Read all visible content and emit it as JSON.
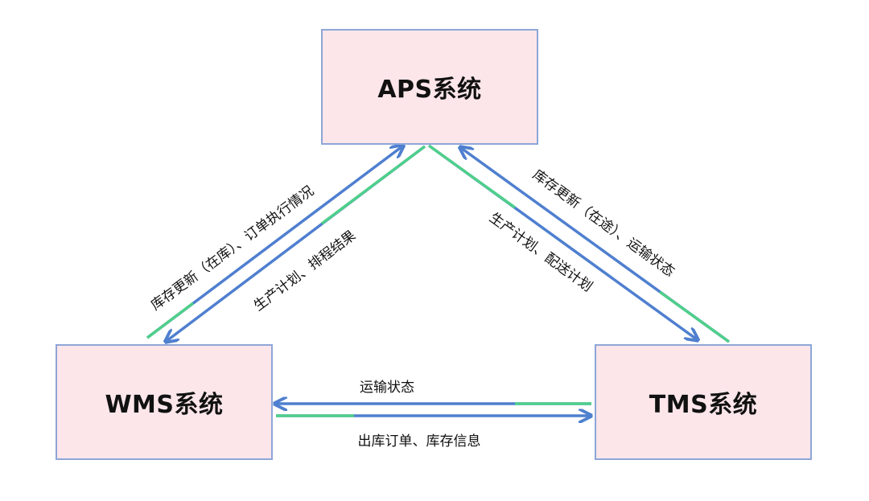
{
  "nodes": {
    "aps": "APS系统",
    "wms": "WMS系统",
    "tms": "TMS系统"
  },
  "edges": {
    "wms_to_aps": "库存更新（在库）、订单执行情况",
    "aps_to_wms": "生产计划、排程结果",
    "aps_to_tms": "生产计划、配送计划",
    "tms_to_aps": "库存更新（在途）、运输状态",
    "tms_to_wms": "运输状态",
    "wms_to_tms": "出库订单、库存信息"
  },
  "colors": {
    "node_fill": "#fce6ea",
    "node_border": "#8ea6d8",
    "arrow_blue": "#4f7fcf",
    "arrow_green": "#4fcf8a"
  }
}
